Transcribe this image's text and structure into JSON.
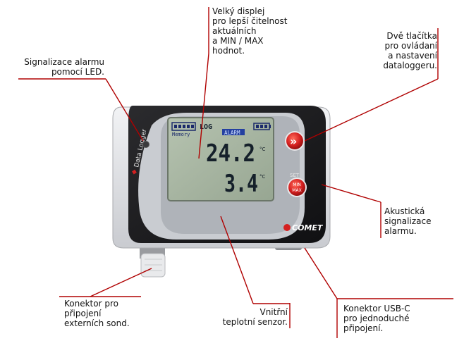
{
  "callouts": {
    "display": "Velký displej\npro lepší čitelnost\naktuálních\na MIN / MAX\nhodnot.",
    "buttons": "Dvě tlačítka\npro ovládaní\na nastavení\ndataloggeru.",
    "led": "Signalizace alarmu\npomocí LED.",
    "acoustic": "Akustická\nsignalizace\nalarmu.",
    "probe_connector": "Konektor pro\npřipojení\nexterních sond.",
    "internal_sensor": "Vnitřní\nteplotní senzor.",
    "usb": "Konektor USB-C\npro jednoduché\npřipojení."
  },
  "device": {
    "brand_side": "Data Logger",
    "logo": "COMET",
    "lcd_memory": "Memory",
    "lcd_log": "LOG",
    "lcd_alarm": "ALARM",
    "temp_value": "24.2",
    "temp_unit": "°C",
    "second_value": "3.4",
    "second_unit": "°C",
    "set_label": "SET",
    "minmax_label": "MIN\nMAX",
    "arrow_glyph": "»"
  },
  "colors": {
    "leader": "#b00000",
    "button_red": "#d42020",
    "lcd_bg": "#a9b7a4",
    "body_dark": "#1d1d1f",
    "body_light": "#e6e7ea"
  }
}
